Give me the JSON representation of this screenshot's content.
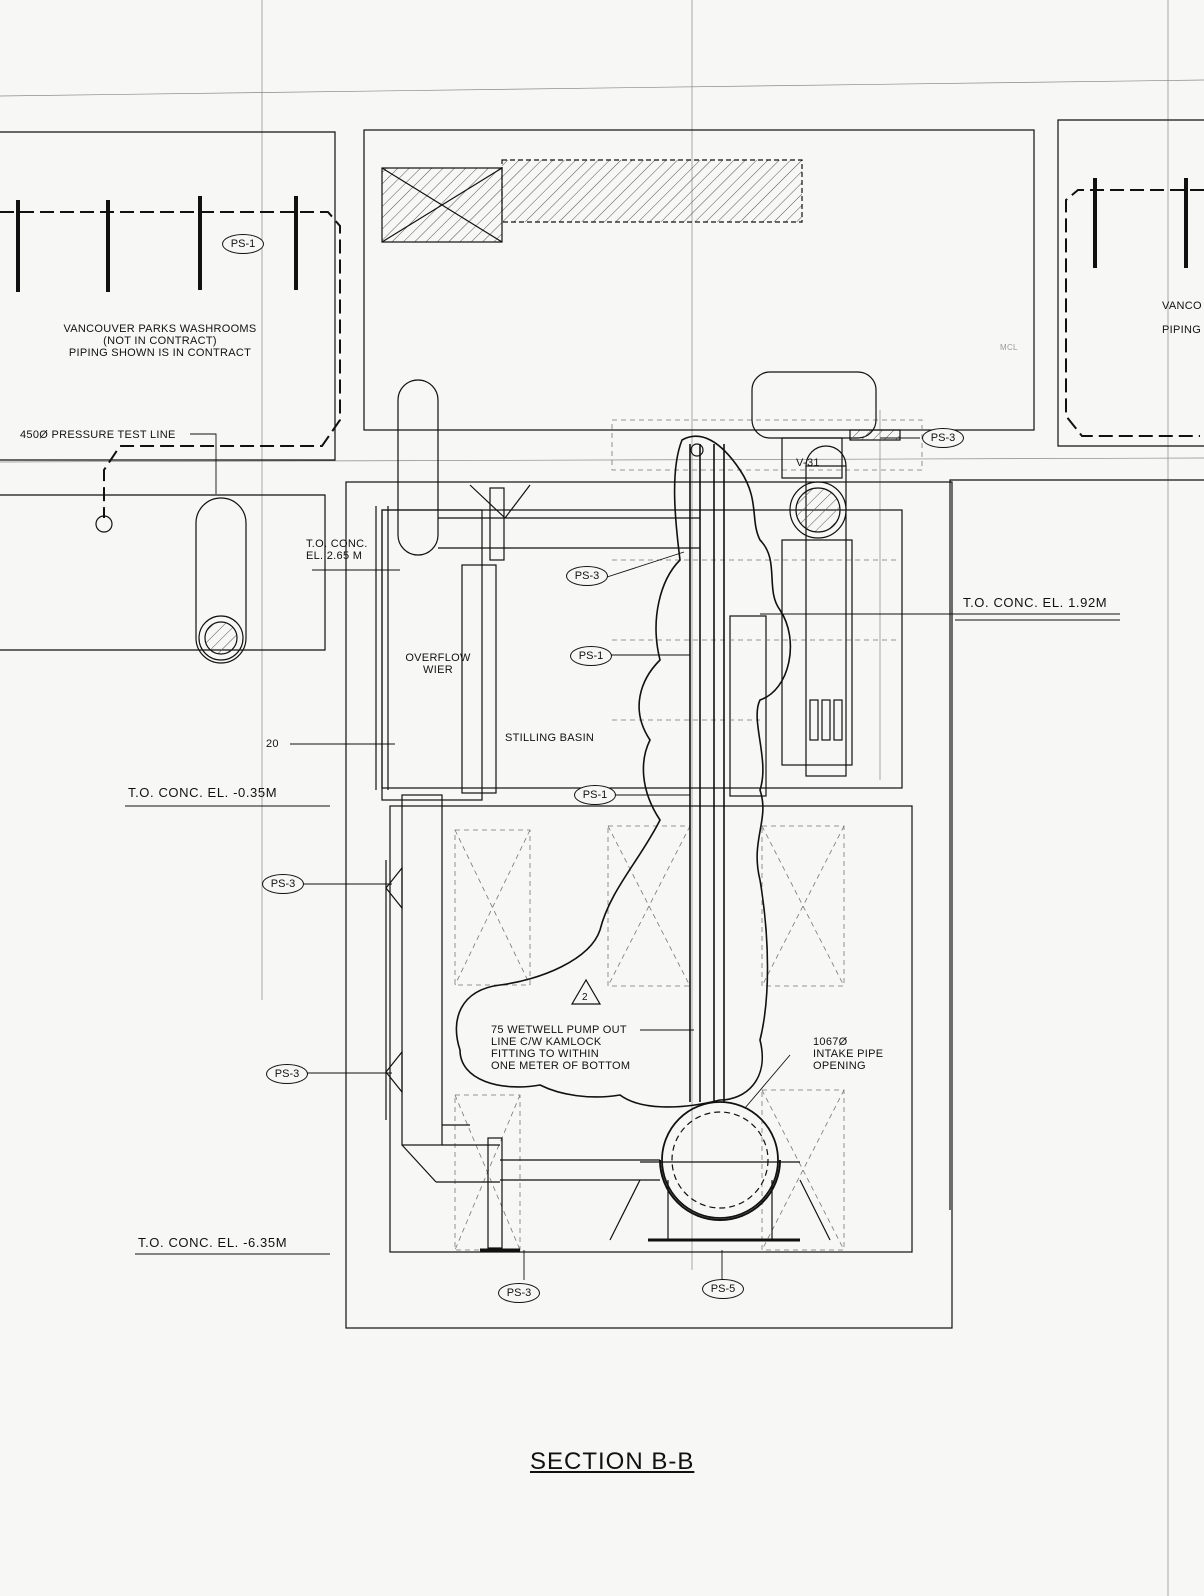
{
  "drawing": {
    "title": "SECTION B-B",
    "notes": {
      "washrooms": [
        "VANCOUVER PARKS WASHROOMS",
        "(NOT IN CONTRACT)",
        "PIPING SHOWN IS IN CONTRACT"
      ],
      "pressure_line": "450ø PRESSURE TEST LINE",
      "overflow": [
        "OVERFLOW",
        "WIER"
      ],
      "stilling": "STILLING BASIN",
      "wetwell": [
        "75 WETWELL PUMP OUT",
        "LINE C/W KAMLOCK",
        "FITTING TO WITHIN",
        "ONE METER OF BOTTOM"
      ],
      "intake": [
        "1067ø",
        "INTAKE PIPE",
        "OPENING"
      ],
      "right_cut": [
        "VANCO",
        "PIPING"
      ],
      "dim_20": "20",
      "rev": "2",
      "valve": "V-31",
      "mcl": "MCL"
    },
    "elevations": {
      "e265": [
        "T.O. CONC.",
        "EL. 2.65 m"
      ],
      "e192": "T.O. CONC. EL. 1.92m",
      "e035": "T.O. CONC. EL. -0.35m",
      "e635": "T.O. CONC. EL. -6.35m"
    },
    "tags": {
      "ps1_top": "PS-1",
      "ps3_top": "PS-3",
      "ps3_mid": "PS-3",
      "ps1_a": "PS-1",
      "ps1_b": "PS-1",
      "ps3_left1": "PS-3",
      "ps3_left2": "PS-3",
      "ps3_bottom": "PS-3",
      "ps5_bottom": "PS-5"
    }
  }
}
